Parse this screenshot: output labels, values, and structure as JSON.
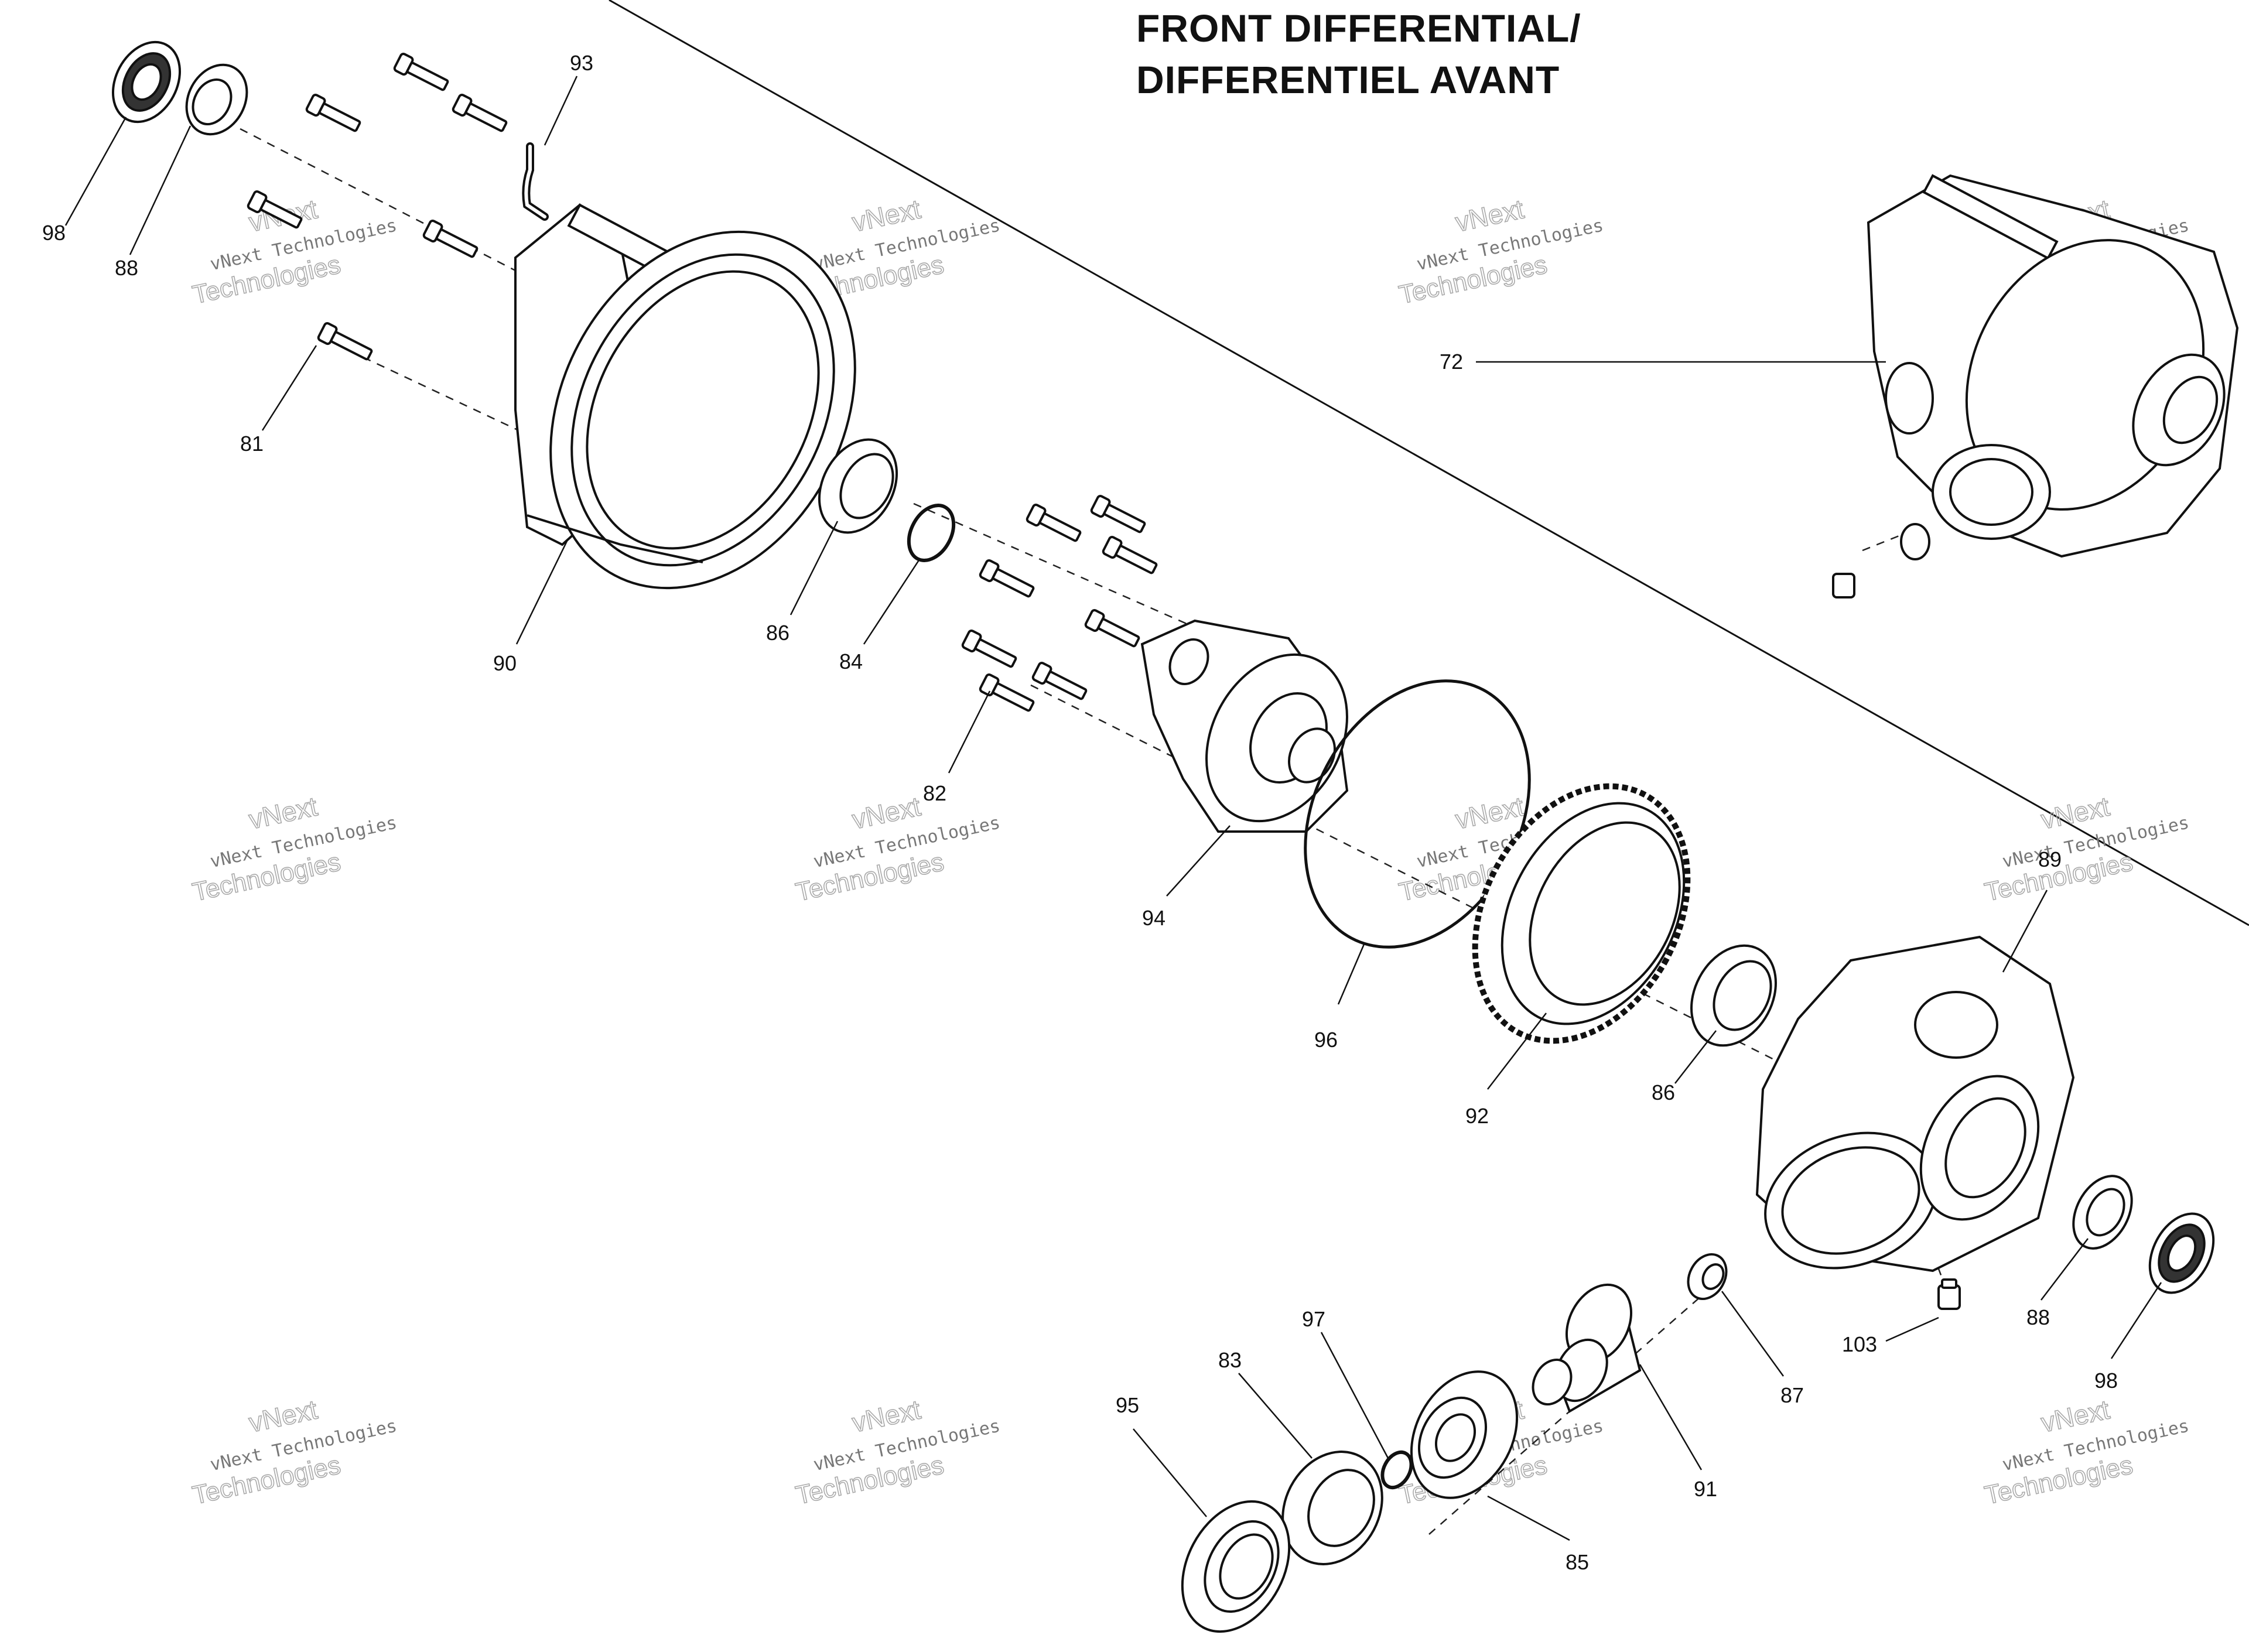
{
  "title": {
    "line1": "FRONT DIFFERENTIAL/",
    "line2": "DIFFERENTIEL AVANT"
  },
  "callouts": [
    {
      "id": "98a",
      "label": "98"
    },
    {
      "id": "88a",
      "label": "88"
    },
    {
      "id": "93",
      "label": "93"
    },
    {
      "id": "81",
      "label": "81"
    },
    {
      "id": "90",
      "label": "90"
    },
    {
      "id": "86a",
      "label": "86"
    },
    {
      "id": "84",
      "label": "84"
    },
    {
      "id": "82",
      "label": "82"
    },
    {
      "id": "94",
      "label": "94"
    },
    {
      "id": "96",
      "label": "96"
    },
    {
      "id": "92",
      "label": "92"
    },
    {
      "id": "86b",
      "label": "86"
    },
    {
      "id": "72",
      "label": "72"
    },
    {
      "id": "89",
      "label": "89"
    },
    {
      "id": "88b",
      "label": "88"
    },
    {
      "id": "98b",
      "label": "98"
    },
    {
      "id": "103",
      "label": "103"
    },
    {
      "id": "87",
      "label": "87"
    },
    {
      "id": "91",
      "label": "91"
    },
    {
      "id": "97",
      "label": "97"
    },
    {
      "id": "83",
      "label": "83"
    },
    {
      "id": "95",
      "label": "95"
    },
    {
      "id": "85",
      "label": "85"
    }
  ],
  "watermark": {
    "line1": "vNext",
    "line2": "vNext Technologies",
    "line3": "Technologies"
  },
  "colors": {
    "ink": "#111111",
    "watermark": "#aaaaaa"
  }
}
